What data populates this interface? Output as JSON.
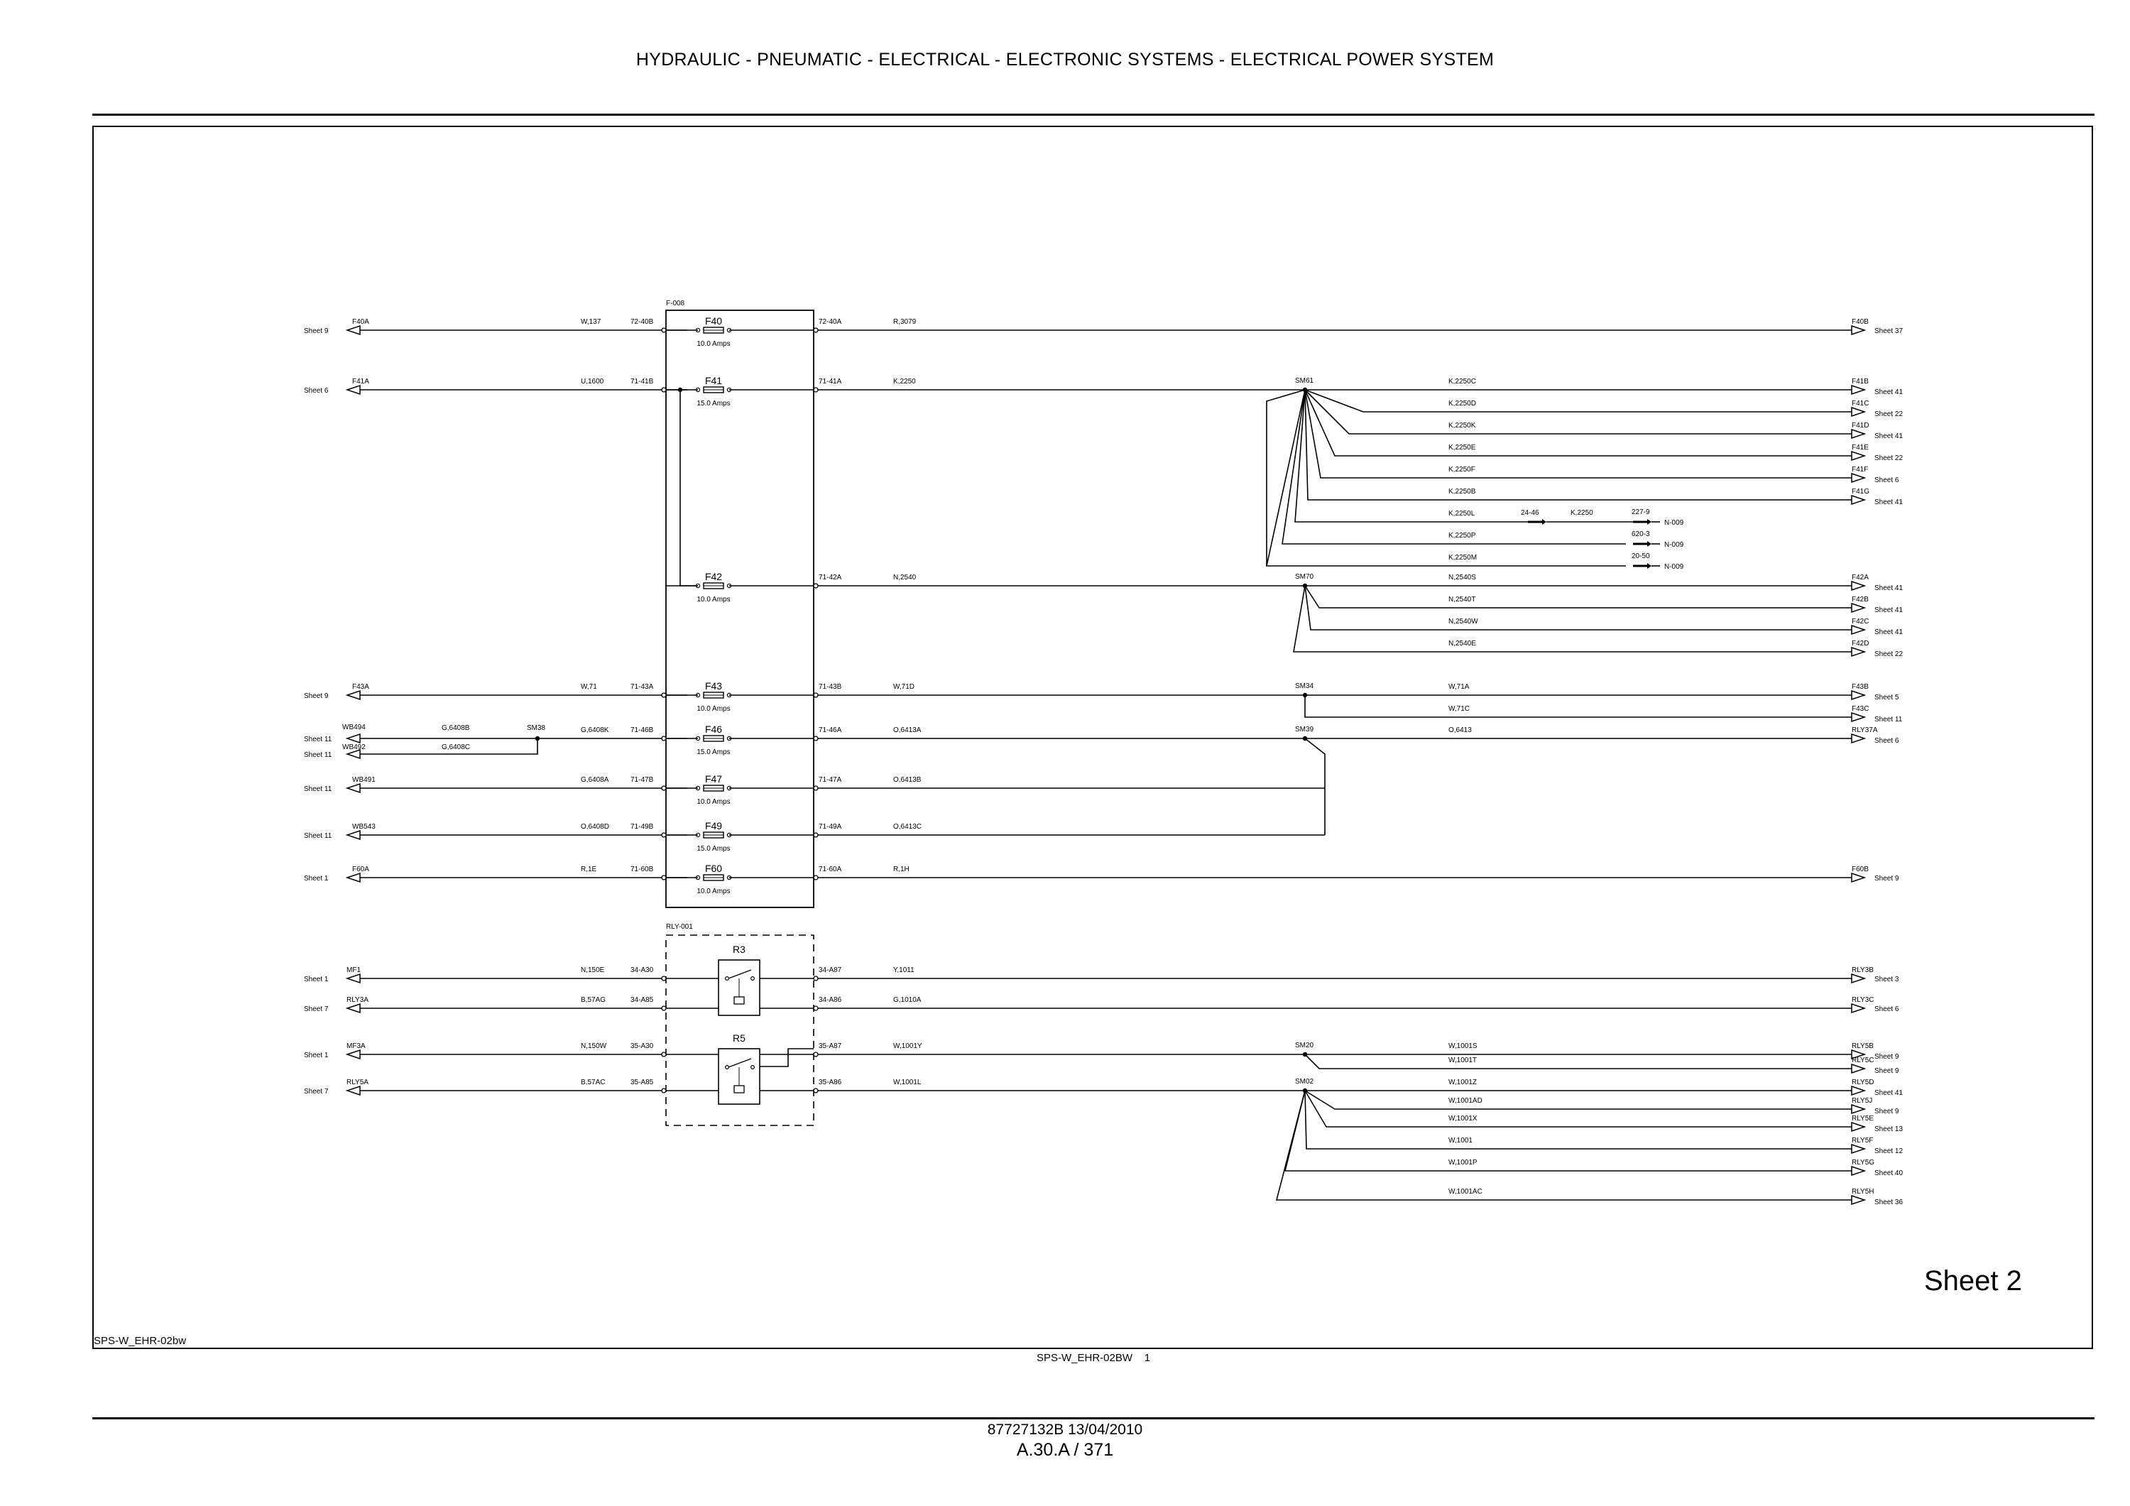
{
  "header": {
    "title": "HYDRAULIC - PNEUMATIC - ELECTRICAL - ELECTRONIC SYSTEMS - ELECTRICAL POWER SYSTEM"
  },
  "sheet_label": "Sheet 2",
  "drawing_id": "SPS-W_EHR-02bw",
  "drawing_ref": "SPS-W_EHR-02BW",
  "drawing_page": "1",
  "footer": {
    "code": "87727132B 13/04/2010",
    "page": "A.30.A / 371"
  },
  "fuse_block": {
    "label": "F-008"
  },
  "relay_block": {
    "label": "RLY-001"
  },
  "fuses": [
    {
      "name": "F40",
      "rating": "10.0 Amps",
      "in_term": "72-40B",
      "out_term": "72-40A",
      "in_wire": "W,137",
      "out_wire": "R,3079",
      "src_sheet": "Sheet 9",
      "src_conn": "F40A",
      "dst_conn": "F40B",
      "dst_sheet": "Sheet 37"
    },
    {
      "name": "F41",
      "rating": "15.0 Amps",
      "in_term": "71-41B",
      "out_term": "71-41A",
      "in_wire": "U,1600",
      "out_wire": "K,2250",
      "src_sheet": "Sheet 6",
      "src_conn": "F41A"
    },
    {
      "name": "F42",
      "rating": "10.0 Amps",
      "out_term": "71-42A",
      "out_wire": "N,2540"
    },
    {
      "name": "F43",
      "rating": "10.0 Amps",
      "in_term": "71-43A",
      "out_term": "71-43B",
      "in_wire": "W,71",
      "out_wire": "W,71D",
      "src_sheet": "Sheet 9",
      "src_conn": "F43A"
    },
    {
      "name": "F46",
      "rating": "15.0 Amps",
      "in_term": "71-46B",
      "out_term": "71-46A",
      "in_wire": "G,6408K",
      "out_wire": "O,6413A"
    },
    {
      "name": "F47",
      "rating": "10.0 Amps",
      "in_term": "71-47B",
      "out_term": "71-47A",
      "in_wire": "G,6408A",
      "out_wire": "O,6413B",
      "src_sheet": "Sheet 11",
      "src_conn": "WB491"
    },
    {
      "name": "F49",
      "rating": "15.0 Amps",
      "in_term": "71-49B",
      "out_term": "71-49A",
      "in_wire": "O,6408D",
      "out_wire": "O,6413C",
      "src_sheet": "Sheet 11",
      "src_conn": "WB543"
    },
    {
      "name": "F60",
      "rating": "10.0 Amps",
      "in_term": "71-60B",
      "out_term": "71-60A",
      "in_wire": "R,1E",
      "out_wire": "R,1H",
      "src_sheet": "Sheet 1",
      "src_conn": "F60A",
      "dst_conn": "F60B",
      "dst_sheet": "Sheet 9"
    }
  ],
  "f46_feed": {
    "splice": "SM38",
    "wire_a": "G,6408B",
    "wire_b": "G,6408C",
    "src_a": {
      "conn": "WB494",
      "sheet": "Sheet 11"
    },
    "src_b": {
      "conn": "WB492",
      "sheet": "Sheet 11"
    }
  },
  "relays": [
    {
      "name": "R3",
      "rows": [
        {
          "src_sheet": "Sheet 1",
          "src_conn": "MF1",
          "in_wire": "N,150E",
          "in_term": "34-A30",
          "out_term": "34-A87",
          "out_wire": "Y,1011",
          "dst_conn": "RLY3B",
          "dst_sheet": "Sheet 3"
        },
        {
          "src_sheet": "Sheet 7",
          "src_conn": "RLY3A",
          "in_wire": "B,57AG",
          "in_term": "34-A85",
          "out_term": "34-A86",
          "out_wire": "G,1010A",
          "dst_conn": "RLY3C",
          "dst_sheet": "Sheet 6"
        }
      ]
    },
    {
      "name": "R5",
      "rows": [
        {
          "src_sheet": "Sheet 1",
          "src_conn": "MF3A",
          "in_wire": "N,150W",
          "in_term": "35-A30",
          "out_term": "35-A87",
          "out_wire": "W,1001Y"
        },
        {
          "src_sheet": "Sheet 7",
          "src_conn": "RLY5A",
          "in_wire": "B,57AC",
          "in_term": "35-A85",
          "out_term": "35-A86",
          "out_wire": "W,1001L"
        }
      ]
    }
  ],
  "splices": {
    "SM61": {
      "label": "SM61",
      "branches": [
        {
          "wire": "K,2250C",
          "conn": "F41B",
          "sheet": "Sheet 41"
        },
        {
          "wire": "K,2250D",
          "conn": "F41C",
          "sheet": "Sheet 22"
        },
        {
          "wire": "K,2250K",
          "conn": "F41D",
          "sheet": "Sheet 41"
        },
        {
          "wire": "K,2250E",
          "conn": "F41E",
          "sheet": "Sheet 22"
        },
        {
          "wire": "K,2250F",
          "conn": "F41F",
          "sheet": "Sheet 6"
        },
        {
          "wire": "K,2250B",
          "conn": "F41G",
          "sheet": "Sheet 41"
        }
      ],
      "connector_branches": [
        {
          "wire": "K,2250L",
          "term_a": "24-46",
          "wire_b": "K,2250",
          "term_b": "227-9",
          "dest": "N-009"
        },
        {
          "wire": "K,2250P",
          "term_b": "620-3",
          "dest": "N-009"
        },
        {
          "wire": "K,2250M",
          "term_b": "20-50",
          "dest": "N-009"
        }
      ]
    },
    "SM70": {
      "label": "SM70",
      "branches": [
        {
          "wire": "N,2540S",
          "conn": "F42A",
          "sheet": "Sheet 41"
        },
        {
          "wire": "N,2540T",
          "conn": "F42B",
          "sheet": "Sheet 41"
        },
        {
          "wire": "N,2540W",
          "conn": "F42C",
          "sheet": "Sheet 41"
        },
        {
          "wire": "N,2540E",
          "conn": "F42D",
          "sheet": "Sheet 22"
        }
      ]
    },
    "SM34": {
      "label": "SM34",
      "branches": [
        {
          "wire": "W,71A",
          "conn": "F43B",
          "sheet": "Sheet 5"
        },
        {
          "wire": "W,71C",
          "conn": "F43C",
          "sheet": "Sheet 11"
        }
      ]
    },
    "SM39": {
      "label": "SM39",
      "branches": [
        {
          "wire": "O,6413",
          "conn": "RLY37A",
          "sheet": "Sheet 6"
        }
      ]
    },
    "SM20": {
      "label": "SM20",
      "branches": [
        {
          "wire": "W,1001S",
          "conn": "RLY5B",
          "sheet": "Sheet 9"
        },
        {
          "wire": "W,1001T",
          "conn": "RLY5C",
          "sheet": "Sheet 9"
        }
      ]
    },
    "SM02": {
      "label": "SM02",
      "branches": [
        {
          "wire": "W,1001Z",
          "conn": "RLY5D",
          "sheet": "Sheet 41"
        },
        {
          "wire": "W,1001AD",
          "conn": "RLY5J",
          "sheet": "Sheet 9"
        },
        {
          "wire": "W,1001X",
          "conn": "RLY5E",
          "sheet": "Sheet 13"
        },
        {
          "wire": "W,1001",
          "conn": "RLY5F",
          "sheet": "Sheet 12"
        },
        {
          "wire": "W,1001P",
          "conn": "RLY5G",
          "sheet": "Sheet 40"
        },
        {
          "wire": "W,1001AC",
          "conn": "RLY5H",
          "sheet": "Sheet 36"
        }
      ]
    }
  }
}
